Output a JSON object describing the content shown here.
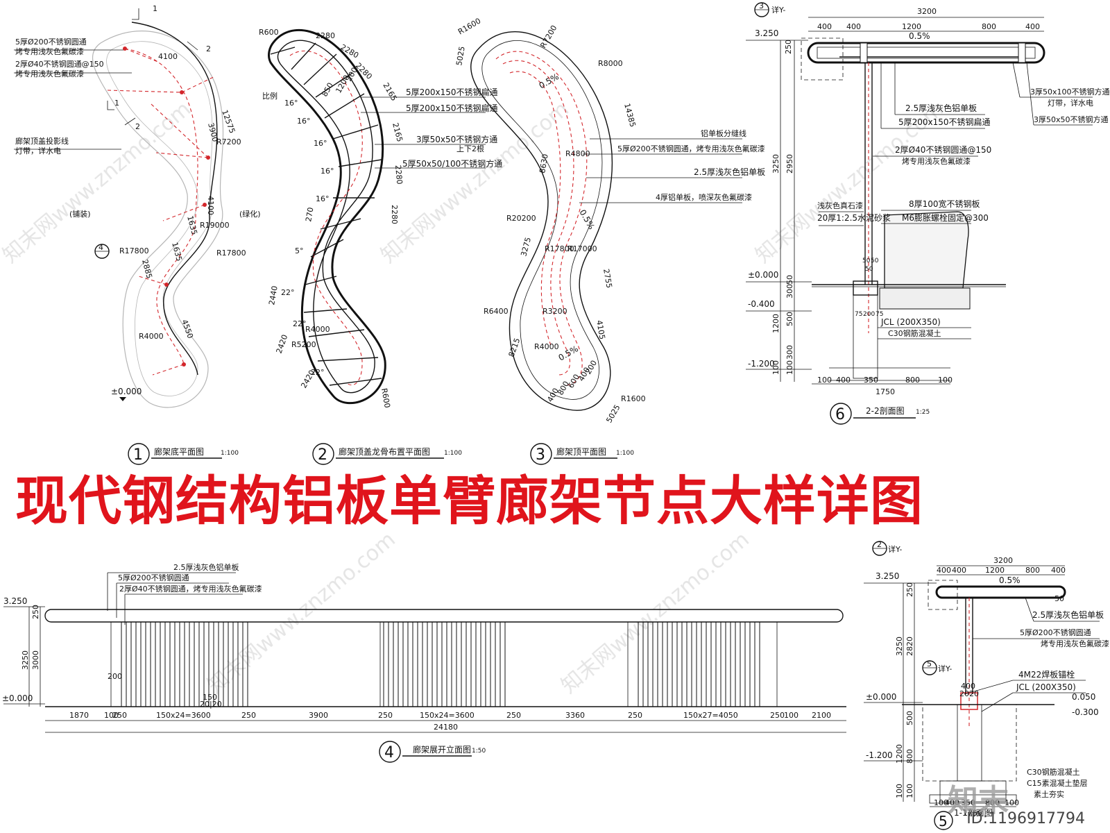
{
  "title": "现代钢结构铝板单臂廊架节点大样详图",
  "image_id": "ID:1196917794",
  "brand": "知末",
  "watermark": "知末网www.znzmo.com",
  "views": [
    {
      "num": "1",
      "name": "廊架底平面图",
      "scale": "1:100"
    },
    {
      "num": "2",
      "name": "廊架顶盖龙骨布置平面图",
      "scale": "1:100"
    },
    {
      "num": "3",
      "name": "廊架顶平面图",
      "scale": "1:100"
    },
    {
      "num": "4",
      "name": "廊架展开立面图",
      "scale": "1:50"
    },
    {
      "num": "5",
      "name": "1-1剖面图",
      "scale": ""
    },
    {
      "num": "6",
      "name": "2-2剖面图",
      "scale": "1:25"
    }
  ],
  "plan1": {
    "labels": [
      "5厚Ø200不锈钢圆通",
      "烤专用浅灰色氟碳漆",
      "2厚Ø40不锈钢圆通@150",
      "烤专用浅灰色氟碳漆",
      "廊架顶盖投影线",
      "灯带，详水电",
      "(铺装)",
      "(绿化)",
      "±0.000"
    ],
    "dims": [
      "4100",
      "12575",
      "3900",
      "R7200",
      "4100",
      "R19000",
      "R17800",
      "R17800",
      "1635",
      "1635",
      "2885",
      "R4000",
      "4550"
    ],
    "section_marks": [
      "1",
      "1",
      "2",
      "2"
    ],
    "detail_no": "4"
  },
  "plan2": {
    "labels": [
      "5厚200x150不锈钢扁通",
      "5厚200x150不锈钢扁通",
      "3厚50x50不锈钢方通",
      "上下2根",
      "5厚50x50/100不锈钢方通",
      "比例"
    ],
    "dims": [
      "R600",
      "2280",
      "2280",
      "2280",
      "2165",
      "2165",
      "2280",
      "2280",
      "850",
      "1200",
      "200",
      "16°",
      "16°",
      "16°",
      "16°",
      "16°",
      "5°",
      "270",
      "2440",
      "22°",
      "2420",
      "22°",
      "2420",
      "22°",
      "R5200",
      "R4000",
      "R600"
    ]
  },
  "plan3": {
    "labels": [
      "铝单板分缝线",
      "5厚Ø200不锈钢圆通，烤专用浅灰色氟碳漆",
      "2.5厚浅灰色铝单板",
      "4厚铝单板，喷深灰色氟碳漆"
    ],
    "dims": [
      "R1600",
      "5025",
      "R7200",
      "R8000",
      "14385",
      "R4800",
      "8630",
      "R20200",
      "3275",
      "R17800",
      "R17000",
      "2755",
      "R3200",
      "R6400",
      "4105",
      "8215",
      "R4000",
      "400",
      "800",
      "600",
      "400",
      "200",
      "R1600",
      "5025"
    ],
    "slopes": [
      "0.5%",
      "0.5%",
      "0.5%"
    ]
  },
  "section6": {
    "labels": [
      "2.5厚浅灰色铝单板",
      "5厚200x150不锈钢扁通",
      "3厚50x100不锈钢方通",
      "灯带，详水电",
      "3厚50x50不锈钢方通",
      "2厚Ø40不锈钢圆通@150",
      "烤专用浅灰色氟碳漆",
      "浅灰色真石漆",
      "20厚1:2.5水泥砂浆",
      "8厚100宽不锈钢板",
      "M6膨胀螺栓固定@300",
      "JCL (200X350)",
      "C30钢筋混凝土"
    ],
    "levels": [
      "3.250",
      "±0.000",
      "-0.400",
      "-1.200"
    ],
    "top_dims": [
      "3200",
      "400",
      "400",
      "1200",
      "800",
      "400"
    ],
    "slope": "0.5%",
    "vert_dims": [
      "250",
      "3250",
      "2950",
      "300",
      "50",
      "1200",
      "500",
      "100",
      "300",
      "100"
    ],
    "bottom_dims": [
      "100",
      "400",
      "350",
      "800",
      "100",
      "1750"
    ],
    "small_dims": [
      "50",
      "50",
      "50",
      "75",
      "200",
      "75"
    ],
    "detail_ref": "3",
    "detail_tag": "详Y-"
  },
  "elevation4": {
    "labels": [
      "2.5厚浅灰色铝单板",
      "5厚Ø200不锈钢圆通",
      "2厚Ø40不锈钢圆通，烤专用浅灰色氟碳漆"
    ],
    "levels": [
      "3.250",
      "±0.000"
    ],
    "vert_dims": [
      "250",
      "3250",
      "3000",
      "200"
    ],
    "bottom_dims": [
      "1870",
      "100",
      "250",
      "150x24=3600",
      "250",
      "3900",
      "250",
      "150x24=3600",
      "250",
      "3360",
      "250",
      "150x27=4050",
      "250",
      "100",
      "2100"
    ],
    "total": "24180",
    "small_dims": [
      "150",
      "20|20"
    ]
  },
  "section5": {
    "labels": [
      "2.5厚浅灰色铝单板",
      "5厚Ø200不锈钢圆通",
      "烤专用浅灰色氟碳漆",
      "4M22焊板锚栓",
      "JCL (200X350)",
      "C30钢筋混凝土",
      "C15素混凝土垫层",
      "素土夯实"
    ],
    "levels": [
      "3.250",
      "±0.000",
      "0.050",
      "-0.300",
      "-1.200"
    ],
    "top_dims": [
      "3200",
      "400",
      "400",
      "1200",
      "800",
      "400"
    ],
    "slope": "0.5%",
    "vert_dims": [
      "250",
      "3250",
      "2820",
      "500",
      "1200",
      "800",
      "100",
      "100"
    ],
    "bottom_dims": [
      "100",
      "400",
      "350",
      "800",
      "100",
      "1750"
    ],
    "small_dims": [
      "400",
      "20",
      "20",
      "50"
    ],
    "detail_ref": "2",
    "detail_ref2": "5",
    "detail_tag": "详Y-"
  }
}
